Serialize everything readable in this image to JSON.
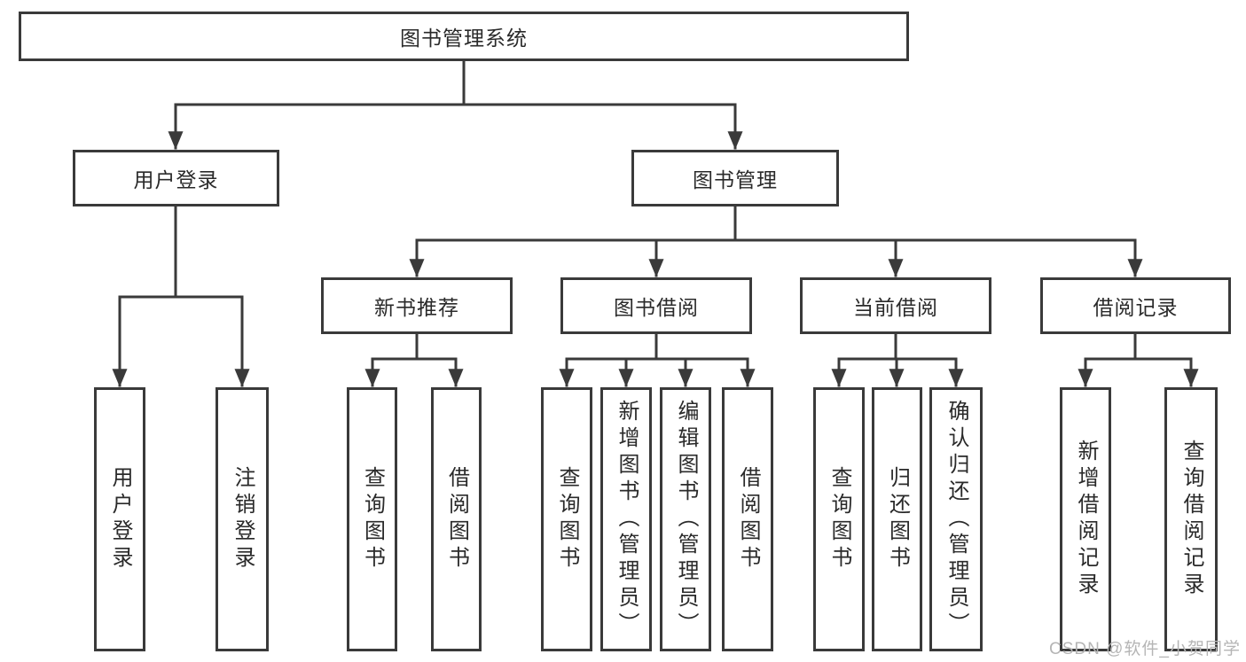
{
  "diagram_title": "图书管理系统",
  "watermark": "CSDN @软件_小贺同学",
  "colors": {
    "line": "#3a3a3a",
    "text": "#2a2a2a",
    "background": "#ffffff",
    "watermark": "#b5b5b5"
  },
  "tree": {
    "label": "图书管理系统",
    "children": [
      {
        "label": "用户登录",
        "children": [
          {
            "label": "用户登录"
          },
          {
            "label": "注销登录"
          }
        ]
      },
      {
        "label": "图书管理",
        "children": [
          {
            "label": "新书推荐",
            "children": [
              {
                "label": "查询图书"
              },
              {
                "label": "借阅图书"
              }
            ]
          },
          {
            "label": "图书借阅",
            "children": [
              {
                "label": "查询图书"
              },
              {
                "label": "新增图书（管理员）"
              },
              {
                "label": "编辑图书（管理员）"
              },
              {
                "label": "借阅图书"
              }
            ]
          },
          {
            "label": "当前借阅",
            "children": [
              {
                "label": "查询图书"
              },
              {
                "label": "归还图书"
              },
              {
                "label": "确认归还（管理员）"
              }
            ]
          },
          {
            "label": "借阅记录",
            "children": [
              {
                "label": "新增借阅记录"
              },
              {
                "label": "查询借阅记录"
              }
            ]
          }
        ]
      }
    ]
  }
}
